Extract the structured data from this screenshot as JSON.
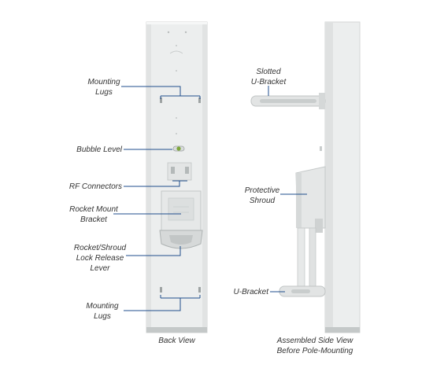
{
  "colors": {
    "leader": "#1f4e8c",
    "panel_face": "#eceeee",
    "panel_edge": "#d3d6d6",
    "panel_base": "#bfc3c3",
    "bracket": "#e2e4e4",
    "bubble": "#7da63a"
  },
  "labels": {
    "mounting_lugs_top": [
      "Mounting",
      "Lugs"
    ],
    "bubble_level": "Bubble Level",
    "rf_connectors": "RF Connectors",
    "rocket_mount_bracket": [
      "Rocket Mount",
      "Bracket"
    ],
    "rocket_shroud_lock": [
      "Rocket/Shroud",
      "Lock Release",
      "Lever"
    ],
    "mounting_lugs_bottom": [
      "Mounting",
      "Lugs"
    ],
    "slotted_u_bracket": [
      "Slotted",
      "U-Bracket"
    ],
    "protective_shroud": [
      "Protective",
      "Shroud"
    ],
    "u_bracket": "U-Bracket"
  },
  "captions": {
    "back_view": "Back View",
    "side_view": [
      "Assembled Side View",
      "Before Pole-Mounting"
    ]
  }
}
